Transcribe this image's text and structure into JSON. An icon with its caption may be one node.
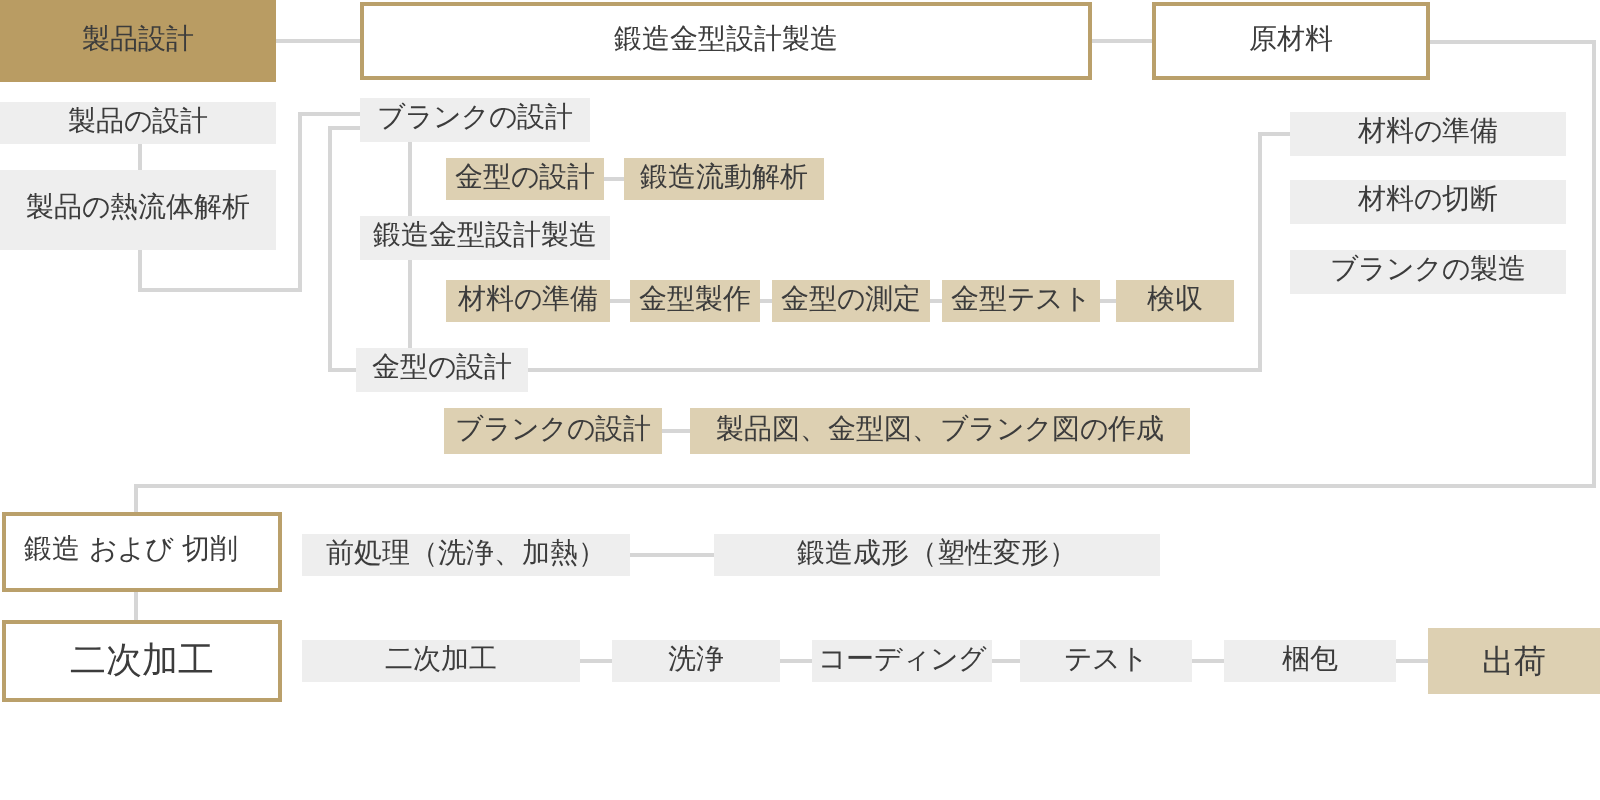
{
  "diagram": {
    "nodes": [
      {
        "text": [
          "製品設計"
        ]
      },
      {
        "text": [
          "鍛造金型設計製造"
        ]
      },
      {
        "text": [
          "原材料"
        ]
      },
      {
        "text": [
          "製品の設計"
        ]
      },
      {
        "text": [
          "製品の熱流体解析"
        ]
      },
      {
        "text": [
          "ブランクの設計"
        ]
      },
      {
        "text": [
          "金型の設計"
        ]
      },
      {
        "text": [
          "鍛造流動解析"
        ]
      },
      {
        "text": [
          "鍛造金型設計製造"
        ]
      },
      {
        "text": [
          "材料の準備"
        ]
      },
      {
        "text": [
          "金型製作"
        ]
      },
      {
        "text": [
          "金型の測定"
        ]
      },
      {
        "text": [
          "金型テスト"
        ]
      },
      {
        "text": [
          "検収"
        ]
      },
      {
        "text": [
          "金型の設計"
        ]
      },
      {
        "text": [
          "ブランクの設計"
        ]
      },
      {
        "text": [
          "製品図、金型図、ブランク図の作成"
        ]
      },
      {
        "text": [
          "材料の準備"
        ]
      },
      {
        "text": [
          "材料の切断"
        ]
      },
      {
        "text": [
          "ブランクの製造"
        ]
      },
      {
        "text": [
          "鍛造 および 切削"
        ]
      },
      {
        "text": [
          "前処理（洗浄、加熱）"
        ]
      },
      {
        "text": [
          "鍛造成形（塑性変形）"
        ]
      },
      {
        "text": [
          "二次加工"
        ]
      },
      {
        "text": [
          "二次加工"
        ]
      },
      {
        "text": [
          "洗浄"
        ]
      },
      {
        "text": [
          "コーディング"
        ]
      },
      {
        "text": [
          "テスト"
        ]
      },
      {
        "text": [
          "梱包"
        ]
      },
      {
        "text": [
          "出荷"
        ]
      }
    ],
    "edges": [
      {
        "from": 0,
        "to": 1,
        "arrow": "none"
      },
      {
        "from": 1,
        "to": 2,
        "arrow": "none"
      },
      {
        "from": 2,
        "to": 20,
        "arrow": "none"
      },
      {
        "from": 3,
        "to": 4,
        "arrow": "none"
      },
      {
        "from": 4,
        "to": 5,
        "arrow": "none"
      },
      {
        "from": 5,
        "to": 14,
        "arrow": "none"
      },
      {
        "from": 5,
        "to": 8,
        "arrow": "none"
      },
      {
        "from": 8,
        "to": 14,
        "arrow": "none"
      },
      {
        "from": 6,
        "to": 7,
        "arrow": "none"
      },
      {
        "from": 9,
        "to": 10,
        "arrow": "none"
      },
      {
        "from": 10,
        "to": 11,
        "arrow": "none"
      },
      {
        "from": 11,
        "to": 12,
        "arrow": "none"
      },
      {
        "from": 12,
        "to": 13,
        "arrow": "none"
      },
      {
        "from": 14,
        "to": 17,
        "arrow": "none"
      },
      {
        "from": 15,
        "to": 16,
        "arrow": "none"
      },
      {
        "from": 20,
        "to": 23,
        "arrow": "none"
      },
      {
        "from": 21,
        "to": 22,
        "arrow": "none"
      },
      {
        "from": 24,
        "to": 25,
        "arrow": "none"
      },
      {
        "from": 25,
        "to": 26,
        "arrow": "none"
      },
      {
        "from": 26,
        "to": 27,
        "arrow": "none"
      },
      {
        "from": 27,
        "to": 28,
        "arrow": "none"
      },
      {
        "from": 28,
        "to": 29,
        "arrow": "none"
      }
    ]
  }
}
